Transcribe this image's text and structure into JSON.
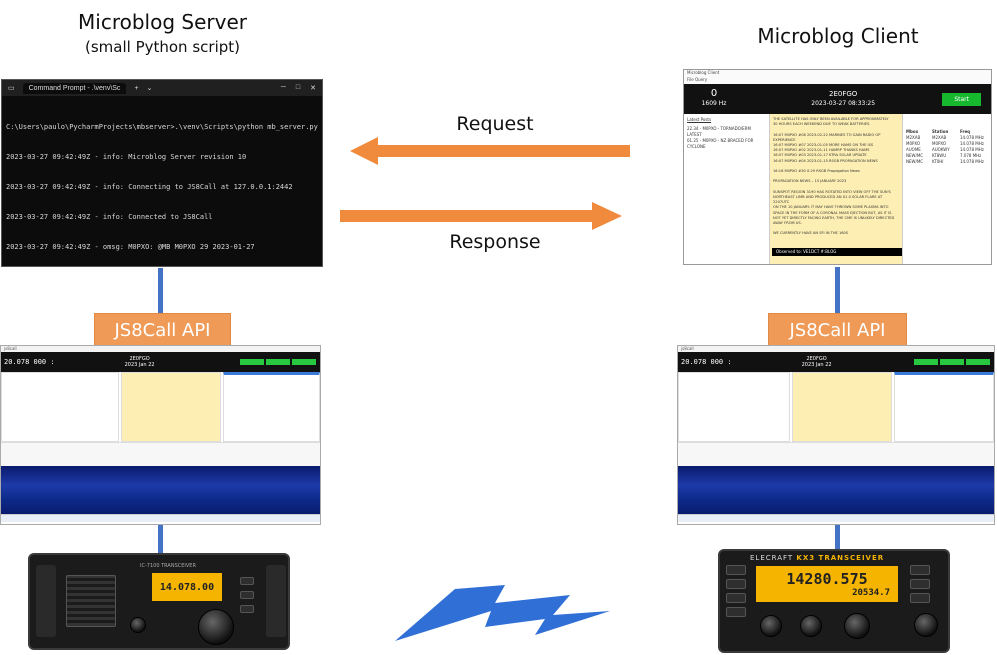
{
  "server": {
    "title": "Microblog Server",
    "subtitle": "(small Python script)",
    "terminal": {
      "tab_title": "Command Prompt - .\\venv\\Sc",
      "lines": [
        "C:\\Users\\paulo\\PycharmProjects\\mbserver>.\\venv\\Scripts\\python mb_server.py",
        "2023-03-27 09:42:49Z - info: Microblog Server revision 10",
        "2023-03-27 09:42:49Z - info: Connecting to JS8Call at 127.0.0.1:2442",
        "2023-03-27 09:42:49Z - info: Connected to JS8Call",
        "2023-03-27 09:42:49Z - omsg: M0PXO: @MB M0PXO 29 2023-01-27"
      ]
    },
    "api_label": "JS8Call API"
  },
  "client": {
    "title": "Microblog Client",
    "window": {
      "window_title": "Microblog Client",
      "menu": "File   Query",
      "freq_big": "0",
      "freq_hz": "1609 Hz",
      "callsign": "2E0FGO",
      "datetime": "2023-03-27 08:33:25",
      "start_button": "Start",
      "latest_posts_heading": "Latest Posts",
      "latest_posts": [
        "22.34 - M0PXO - TORNADO/ERM LATEST",
        "01.25 - M0PXO - NZ BRACED FOR CYCLONE"
      ],
      "body_text": [
        "THE SATELLITE HAS ONLY BEEN AVAILABLE FOR APPROXIMATELY",
        "30 HOURS EACH WEEKEND DUE TO WEAK BATTERIES.",
        "",
        "16:07 M0PXO #08 2023-02-22 MARINES TO GAIN RADIO OP",
        "EXPERIENCE",
        "16:07 M0PXO #07 2023-01-05 MORE HAMS ON THE ISS",
        "16:07 M0PXO #02 2023-01-11 HAMRP THANKS HAMS",
        "16:07 M0PXO #03 2023-01-17 KTRA SOLAR UPDATE",
        "16:07 M0PXO #04 2023-01-15 RSGB PROPAGATION NEWS",
        "",
        "16:16 M0PXO #30 0:29 RSGB Propagation News",
        "",
        "PROPAGATION NEWS – 15 JANUARY 2023",
        "",
        "SUNSPOT REGION 3190 HAS ROTATED INTO VIEW OFF THE SUN'S",
        "NORTHEAST LIMB AND PRODUCED AN X1.0 SOLAR FLARE AT 2207UTC",
        "ON THE 10 JANUARY. IT MAY HAVE THROWN SOME PLASMA INTO",
        "SPACE IN THE FORM OF A CORONAL MASS EJECTION BUT, AS IT IS",
        "NOT YET DIRECTLY FACING EARTH, THE CME IS UNLIKELY DIRECTED",
        "AWAY FROM US.",
        "",
        "WE CURRENTLY HAVE AN SFI IN THE 160S"
      ],
      "table_headers": [
        "Mbox",
        "Station",
        "Freq"
      ],
      "table_rows": [
        [
          "M2XAB",
          "M2XAB",
          "14.078 MHz"
        ],
        [
          "M0PXO",
          "M0PXO",
          "14.078 MHz"
        ],
        [
          "AUOME",
          "AUOKWY",
          "14.078 MHz"
        ],
        [
          "NEW/MC",
          "KT8WU",
          "7.078 MHz"
        ],
        [
          "NEW/MC",
          "KT0HI",
          "14.078 MHz"
        ]
      ],
      "status_text": "Observed to: VE1DCT #:BLOG"
    },
    "api_label": "JS8Call API"
  },
  "arrows": {
    "request_label": "Request",
    "response_label": "Response"
  },
  "js8_left": {
    "freq": "20.078 000 :",
    "call": "2E0FGO",
    "date": "2023 Jan 22"
  },
  "js8_right": {
    "freq": "20.078 000 :",
    "call": "2E0FGO",
    "date": "2023 Jan 22"
  },
  "radio_left": {
    "model": "IC-7100 TRANSCEIVER",
    "lcd": "14.078.00"
  },
  "radio_right": {
    "brand": "ELECRAFT",
    "model": "KX3 TRANSCEIVER",
    "lcd_main": "14280.575",
    "lcd_sub": "20534.7"
  },
  "colors": {
    "arrow": "#f08a3c",
    "connector": "#4472c4",
    "api_box": "#ef9a56",
    "lightning": "#2f6fd6"
  }
}
